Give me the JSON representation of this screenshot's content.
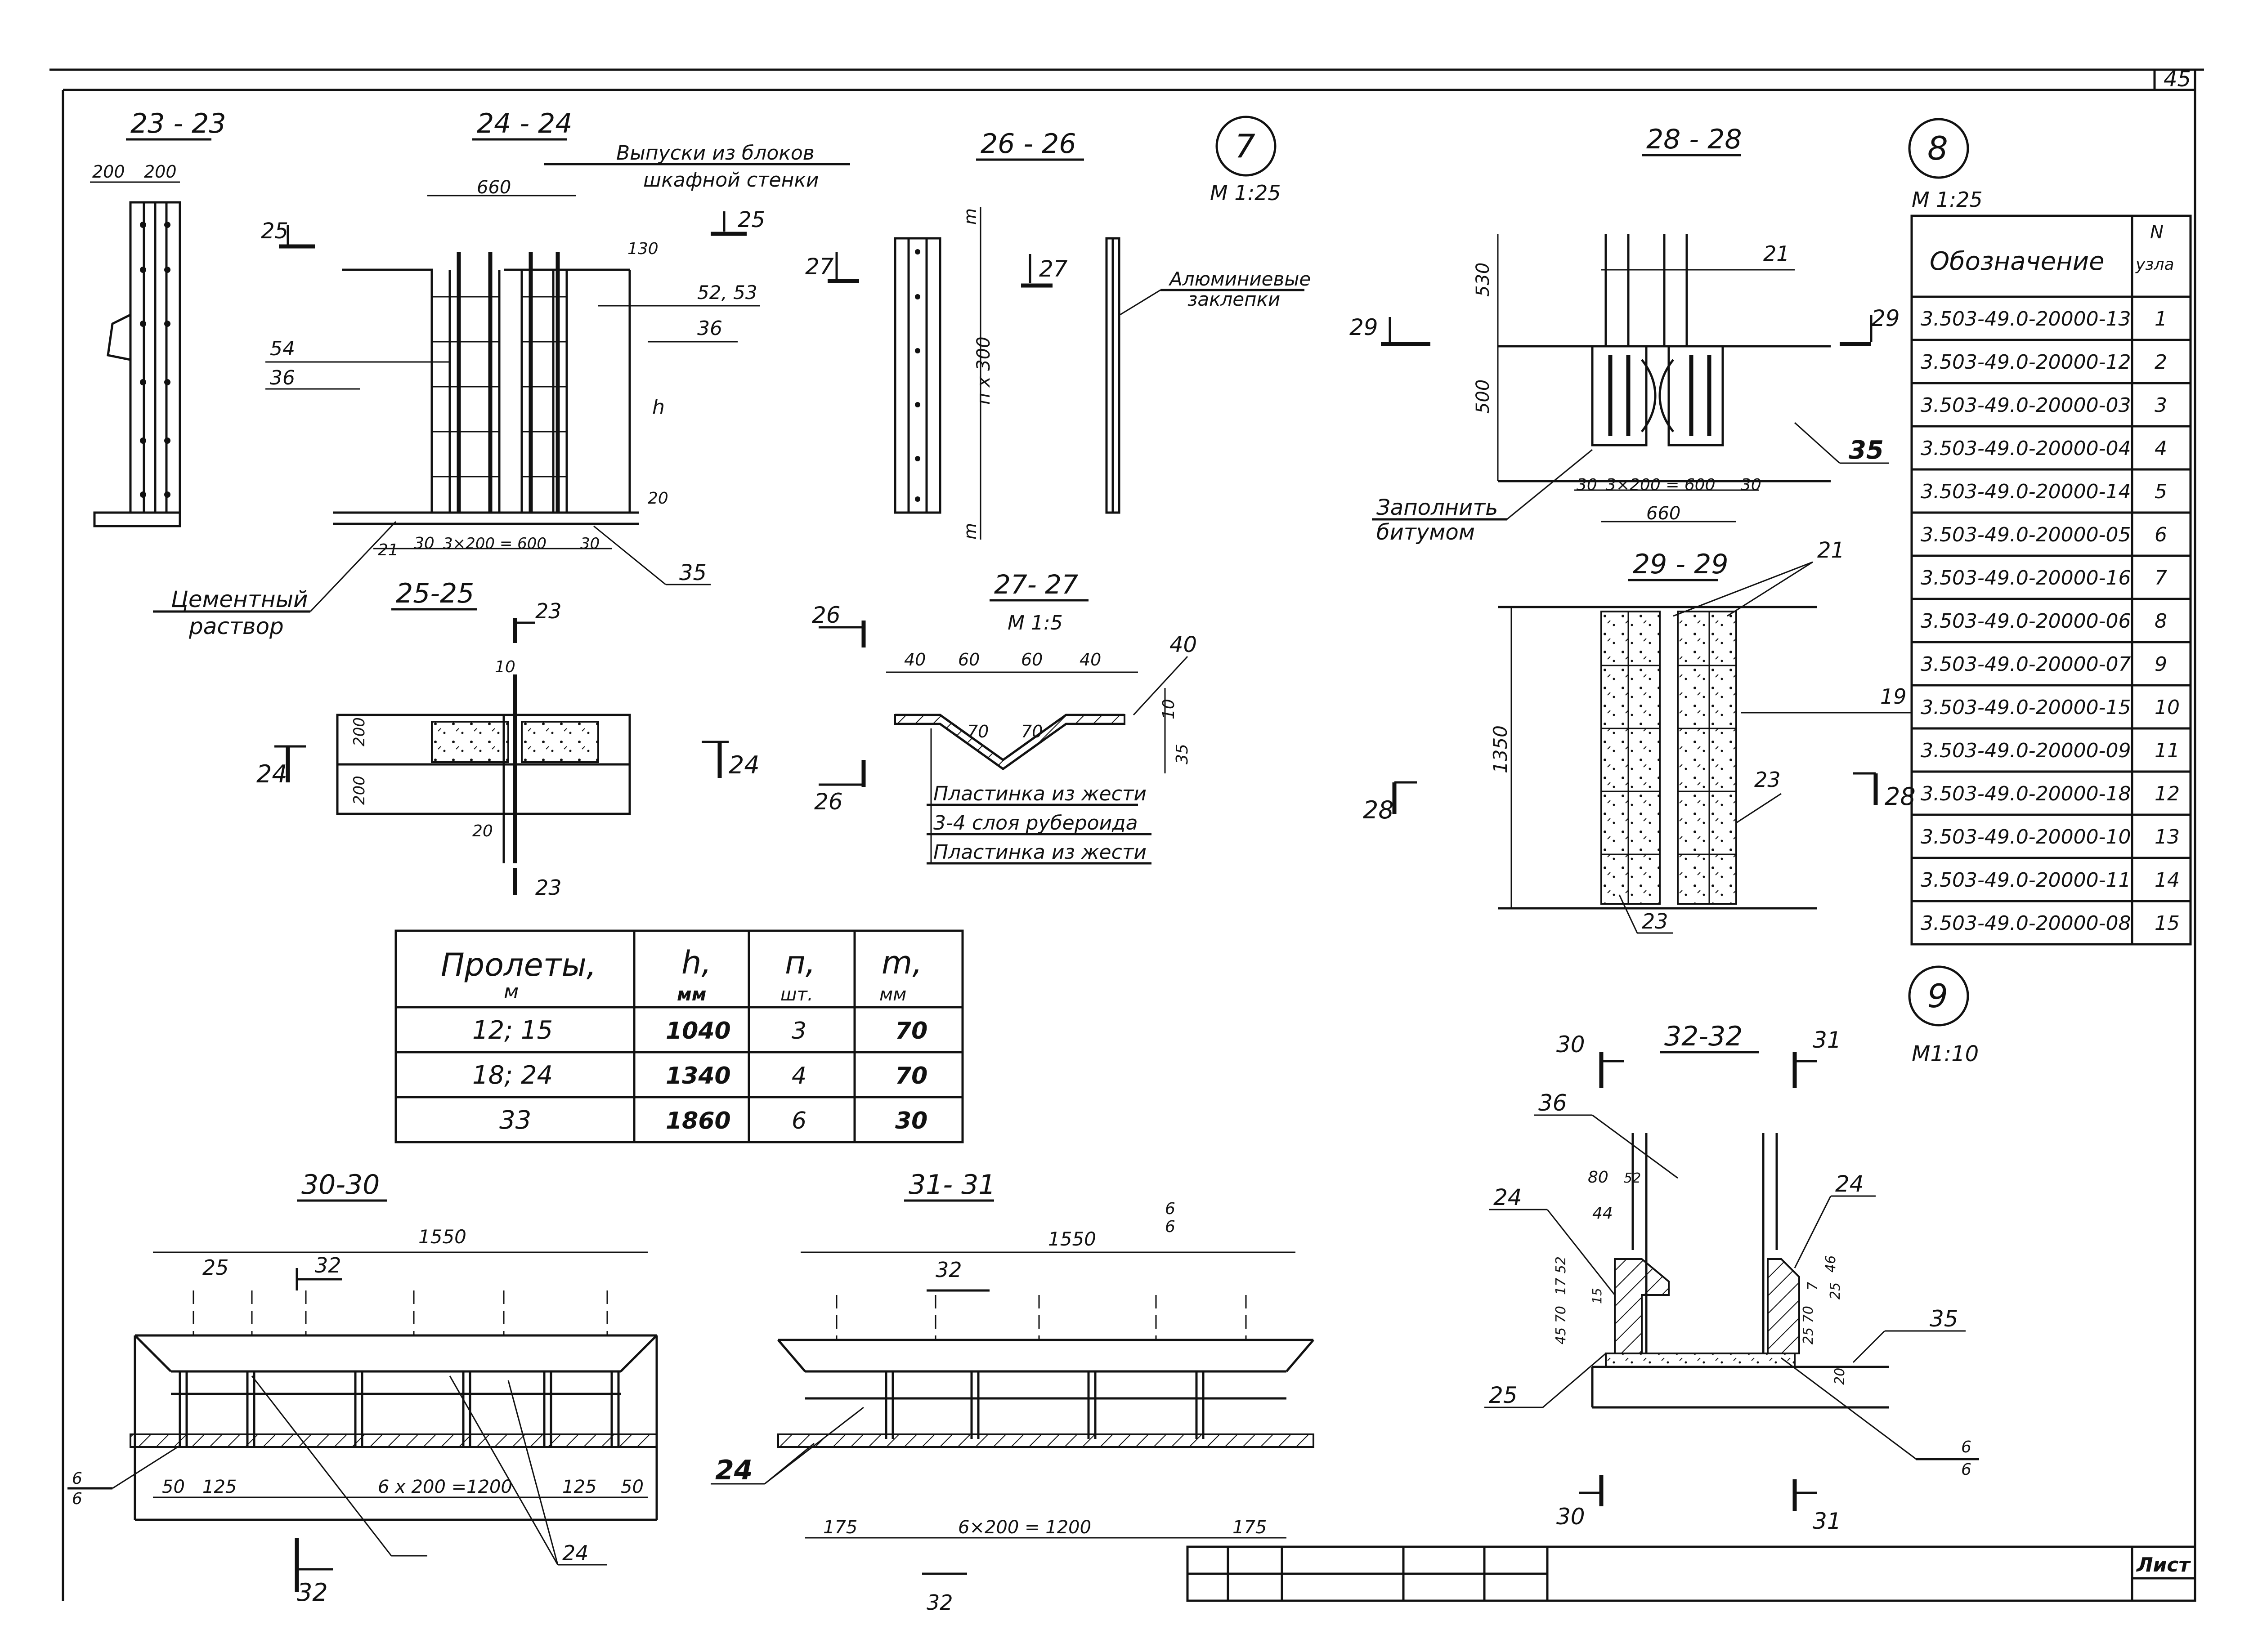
{
  "sheet": {
    "page_number": "45",
    "list_label": "Лист"
  },
  "nodes": {
    "node7": {
      "number": "7",
      "scale": "М 1:25"
    },
    "node8": {
      "number": "8",
      "scale": "М 1:25"
    },
    "node9": {
      "number": "9",
      "scale": "М1:10"
    }
  },
  "section_titles": {
    "s23": "23 - 23",
    "s24": "24 - 24",
    "s25": "25-25",
    "s26": "26 - 26",
    "s27": "27- 27",
    "s27_scale": "М 1:5",
    "s28": "28 - 28",
    "s29": "29 - 29",
    "s30": "30-30",
    "s31": "31- 31",
    "s32": "32-32"
  },
  "labels": {
    "vypuski": "Выпуски из блоков",
    "shkafnoy": "шкафной стенки",
    "cement1": "Цементный",
    "cement2": "раствор",
    "alum1": "Алюминиевые",
    "alum2": "заклепки",
    "zapolnit1": "Заполнить",
    "zapolnit2": "битумом",
    "plast1": "Пластинка из жести",
    "plast2": "3-4 слоя рубероида",
    "plast3": "Пластинка из жести"
  },
  "dims": {
    "d200a": "200",
    "d200b": "200",
    "d660": "660",
    "d130": "130",
    "d5253": "52, 53",
    "d54": "54",
    "d36a": "36",
    "d36b": "36",
    "dh": "h",
    "d20": "20",
    "d21": "21",
    "d30a": "30",
    "d3x200": "3×200 = 600",
    "d30b": "30",
    "d35": "35",
    "d25a": "25",
    "d25b": "25",
    "d23a": "23",
    "d23b": "23",
    "d10": "10",
    "d200c": "200",
    "d200d": "200",
    "d20b": "20",
    "d24a": "24",
    "d24b": "24",
    "d27a": "27",
    "d27b": "27",
    "dm1": "m",
    "dm2": "m",
    "dnx300": "п x 300",
    "d26a": "26",
    "d26b": "26",
    "d40a": "40",
    "d60a": "60",
    "d60b": "60",
    "d40b": "40",
    "d40c": "40",
    "d70a": "70",
    "d70b": "70",
    "d10b": "10",
    "d35b": "35",
    "d530": "530",
    "d500": "500",
    "d21b": "21",
    "d29a": "29",
    "d29b": "29",
    "d35c": "35",
    "d30c": "30",
    "d3x200b": "3×200 = 600",
    "d30d": "30",
    "d660b": "660",
    "d21c": "21",
    "d1350": "1350",
    "d19": "19",
    "d23c": "23",
    "d23d": "23",
    "d28a": "28",
    "d28b": "28",
    "d1550a": "1550",
    "d25c": "25",
    "d32a": "32",
    "d32b": "32",
    "d50a": "50",
    "d125a": "125",
    "d6x200a": "6 x 200 =1200",
    "d125b": "125",
    "d50b": "50",
    "d24c": "24",
    "w6a": "6",
    "w6b": "6",
    "d1550b": "1550",
    "d32c": "32",
    "d24d": "24",
    "d175a": "175",
    "d6x200b": "6×200 = 1200",
    "d175b": "175",
    "w6c": "6",
    "w6d": "6",
    "d32d": "32",
    "d30e": "30",
    "d31a": "31",
    "d36c": "36",
    "d80": "80",
    "d52": "52",
    "d44": "44",
    "d24e": "24",
    "d24f": "24",
    "d35d": "35",
    "d25d": "25",
    "d30f": "30",
    "d31b": "31",
    "d4570": "45 70",
    "d1752": "17 52",
    "d15": "15",
    "d46": "46",
    "d7": "7",
    "d25e": "25",
    "d2570": "25 70",
    "d20c": "20",
    "w6e": "6",
    "w6f": "6"
  },
  "span_table": {
    "headers": [
      {
        "main": "Пролеты,",
        "unit": "м"
      },
      {
        "main": "h,",
        "unit": "мм"
      },
      {
        "main": "п,",
        "unit": "шт."
      },
      {
        "main": "m,",
        "unit": "мм"
      }
    ],
    "rows": [
      [
        "12; 15",
        "1040",
        "3",
        "70"
      ],
      [
        "18; 24",
        "1340",
        "4",
        "70"
      ],
      [
        "33",
        "1860",
        "6",
        "30"
      ]
    ]
  },
  "node_table": {
    "header_designation": "Обозначение",
    "header_number_top": "N",
    "header_number_bottom": "узла",
    "rows": [
      [
        "3.503-49.0-20000-13",
        "1"
      ],
      [
        "3.503-49.0-20000-12",
        "2"
      ],
      [
        "3.503-49.0-20000-03",
        "3"
      ],
      [
        "3.503-49.0-20000-04",
        "4"
      ],
      [
        "3.503-49.0-20000-14",
        "5"
      ],
      [
        "3.503-49.0-20000-05",
        "6"
      ],
      [
        "3.503-49.0-20000-16",
        "7"
      ],
      [
        "3.503-49.0-20000-06",
        "8"
      ],
      [
        "3.503-49.0-20000-07",
        "9"
      ],
      [
        "3.503-49.0-20000-15",
        "10"
      ],
      [
        "3.503-49.0-20000-09",
        "11"
      ],
      [
        "3.503-49.0-20000-18",
        "12"
      ],
      [
        "3.503-49.0-20000-10",
        "13"
      ],
      [
        "3.503-49.0-20000-11",
        "14"
      ],
      [
        "3.503-49.0-20000-08",
        "15"
      ]
    ]
  }
}
